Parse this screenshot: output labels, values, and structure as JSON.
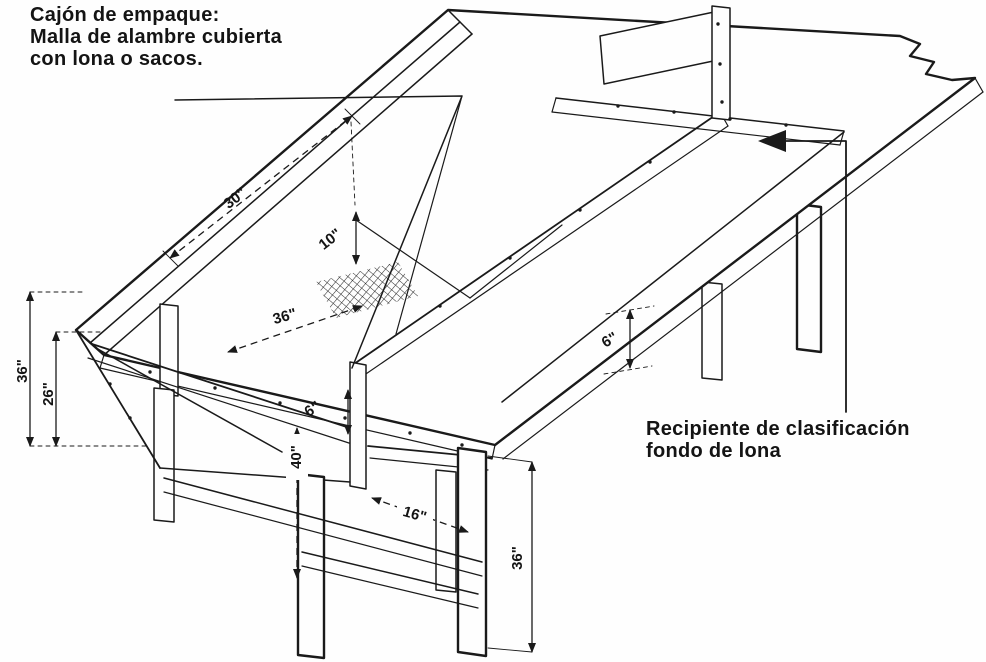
{
  "figure": {
    "background": "#fefefe",
    "ink": "#1a1a1a",
    "labels": {
      "packing_line1": "Cajón de empaque:",
      "packing_line2": "Malla de alambre cubierta",
      "packing_line3": "con lona o sacos.",
      "container_line1": "Recipiente de clasificación",
      "container_line2": "fondo de lona"
    },
    "dims": {
      "box_length": "30\"",
      "rail_height": "10\"",
      "deck_width": "36\"",
      "end_height_outer": "36\"",
      "end_height_inner": "26\"",
      "board_depth": "6\"",
      "clearance": "40\"",
      "rail_offset": "16\"",
      "leg_height": "36\"",
      "side_depth": "6\""
    }
  }
}
